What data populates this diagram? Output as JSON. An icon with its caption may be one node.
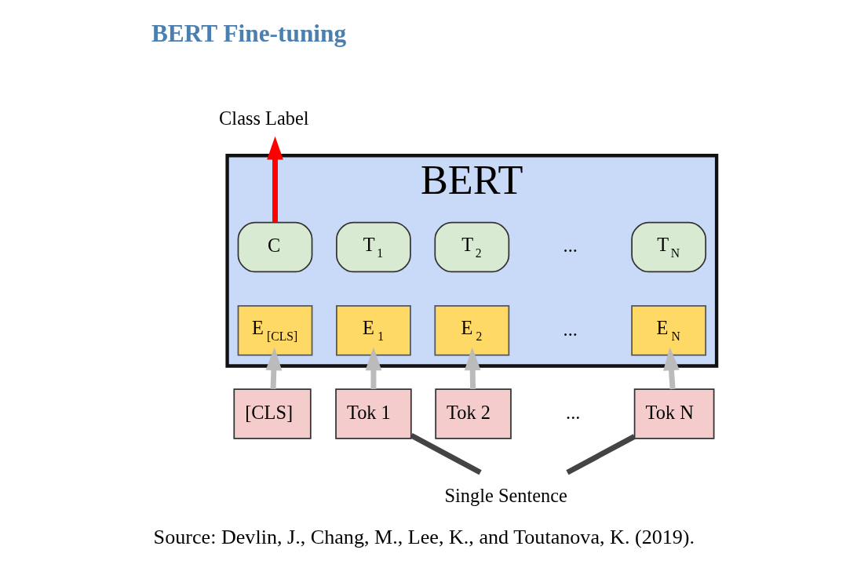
{
  "diagram": {
    "title": "BERT Fine-tuning",
    "caption": "Source: Devlin, J., Chang, M., Lee, K., and Toutanova, K. (2019).",
    "nodes": [
      {
        "text": [
          "BERT"
        ]
      },
      {
        "text": [
          "C"
        ],
        "in": 0
      },
      {
        "text": [
          "T$_{1}$"
        ],
        "in": 0
      },
      {
        "text": [
          "T$_{2}$"
        ],
        "in": 0
      },
      {
        "text": [
          "T$_{N}$"
        ],
        "in": 0
      },
      {
        "text": [
          "E$_{[CLS]}$"
        ],
        "in": 0
      },
      {
        "text": [
          "E$_{1}$"
        ],
        "in": 0
      },
      {
        "text": [
          "E$_{2}$"
        ],
        "in": 0
      },
      {
        "text": [
          "E$_{N}$"
        ],
        "in": 0
      },
      {
        "text": [
          "[CLS]"
        ]
      },
      {
        "text": [
          "Tok 1"
        ]
      },
      {
        "text": [
          "Tok 2"
        ]
      },
      {
        "text": [
          "Tok N"
        ]
      },
      {
        "text": [
          "Class Label"
        ]
      },
      {
        "text": [
          "Single Sentence"
        ]
      }
    ],
    "edges": [
      {
        "from": 1,
        "to": 13,
        "arrow": "to",
        "color": "#ff0000"
      },
      {
        "from": 9,
        "to": 5,
        "arrow": "to"
      },
      {
        "from": 10,
        "to": 6,
        "arrow": "to"
      },
      {
        "from": 11,
        "to": 7,
        "arrow": "to"
      },
      {
        "from": 12,
        "to": 8,
        "arrow": "to"
      },
      {
        "from": 14,
        "to": 10,
        "arrow": "none",
        "color": "#444444"
      },
      {
        "from": 14,
        "to": 12,
        "arrow": "none",
        "color": "#444444"
      }
    ],
    "labels": [
      "...",
      "...",
      "..."
    ]
  }
}
